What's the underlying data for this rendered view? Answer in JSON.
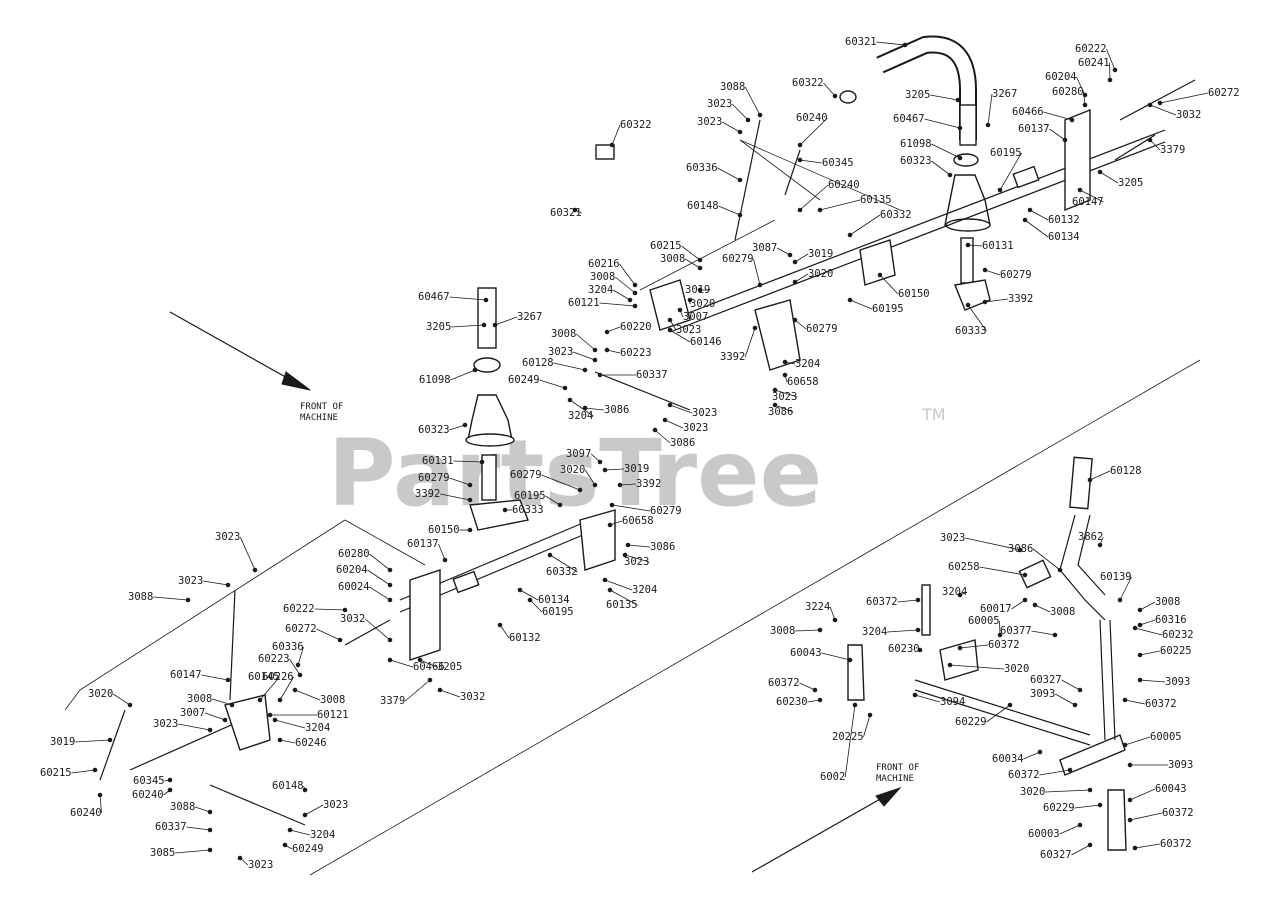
{
  "watermark": {
    "text": "PartsTree",
    "mark": "TM"
  },
  "notes": {
    "front_left": [
      "FRONT OF",
      "MACHINE"
    ],
    "front_right": [
      "FRONT OF",
      "MACHINE"
    ]
  },
  "labels": [
    "60321",
    "60322",
    "3205",
    "3267",
    "60467",
    "61098",
    "60323",
    "60195",
    "60131",
    "60279",
    "3392",
    "60333",
    "60222",
    "60241",
    "60204",
    "60280",
    "60466",
    "60137",
    "60272",
    "3032",
    "3379",
    "3205",
    "60147",
    "60132",
    "60134",
    "60150",
    "60195",
    "3088",
    "3023",
    "3023",
    "60240",
    "60345",
    "60336",
    "60240",
    "60148",
    "60135",
    "60332",
    "3087",
    "3019",
    "3020",
    "60279",
    "60279",
    "60216",
    "3008",
    "3204",
    "60121",
    "60215",
    "3008",
    "3019",
    "3020",
    "3007",
    "3023",
    "60146",
    "60220",
    "60223",
    "3392",
    "3204",
    "60658",
    "3023",
    "3086",
    "60322",
    "60321",
    "60467",
    "3205",
    "3267",
    "61098",
    "60323",
    "60131",
    "60279",
    "3392",
    "60333",
    "60195",
    "60150",
    "60137",
    "3008",
    "3023",
    "60128",
    "60249",
    "60337",
    "3204",
    "3086",
    "3023",
    "3023",
    "3086",
    "3097",
    "3019",
    "3020",
    "60279",
    "3392",
    "60279",
    "60658",
    "3086",
    "3023",
    "3204",
    "60135",
    "60332",
    "60195",
    "60134",
    "60132",
    "3023",
    "3023",
    "3088",
    "60280",
    "60204",
    "60024",
    "60222",
    "60272",
    "3032",
    "3379",
    "3205",
    "60466",
    "3032",
    "60147",
    "60336",
    "60223",
    "60226",
    "3008",
    "60121",
    "3204",
    "60246",
    "60145",
    "3008",
    "3007",
    "3023",
    "3020",
    "3019",
    "60215",
    "60240",
    "60345",
    "60240",
    "60148",
    "3088",
    "3023",
    "60337",
    "3204",
    "3085",
    "60249",
    "3023",
    "60128",
    "3023",
    "3086",
    "3862",
    "60258",
    "3204",
    "60139",
    "3008",
    "60372",
    "60017",
    "3008",
    "60316",
    "60232",
    "3224",
    "3008",
    "3204",
    "60005",
    "60377",
    "60372",
    "60230",
    "60225",
    "60043",
    "60372",
    "3020",
    "60327",
    "3093",
    "3094",
    "60230",
    "60229",
    "3093",
    "60372",
    "6002",
    "20225",
    "60034",
    "60005",
    "60372",
    "3093",
    "3020",
    "60043",
    "60229",
    "60372",
    "60003",
    "60327",
    "60372",
    "60377",
    "60005",
    "3093"
  ]
}
